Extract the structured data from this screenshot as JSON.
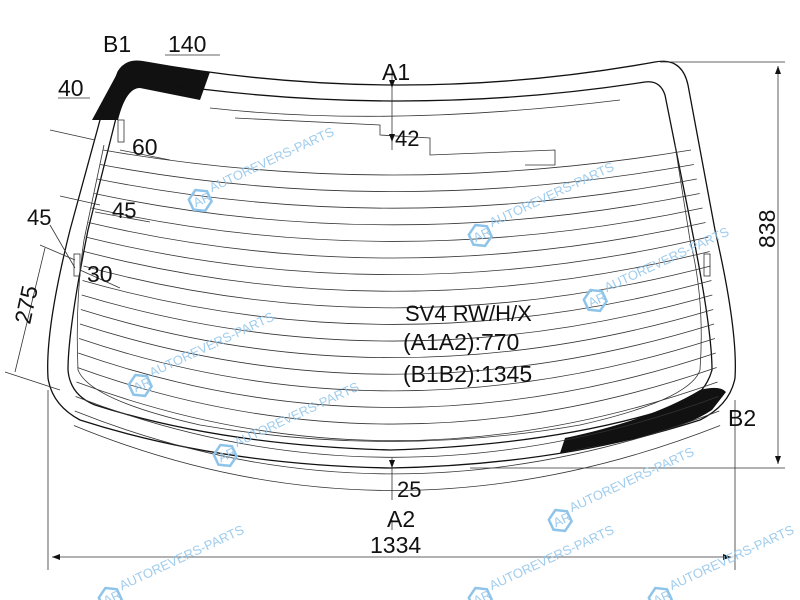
{
  "diagram": {
    "model": "SV4 RW/H/X",
    "a1a2": "(A1A2):770",
    "b1b2": "(B1B2):1345",
    "points": {
      "a1": "A1",
      "a2": "A2",
      "b1": "B1",
      "b2": "B2"
    },
    "dimensions": {
      "top_gap": "42",
      "bottom_gap": "25",
      "width": "1334",
      "height": "838",
      "b1_width": "140",
      "b1_side": "40",
      "corner_60": "60",
      "side_45_outer": "45",
      "side_45_inner": "45",
      "side_30": "30",
      "side_275": "275"
    },
    "watermark": "AUTOREVERS-PARTS",
    "watermark_logo": "AR",
    "colors": {
      "watermark": "#8fc4ea",
      "ceramic": "#111111"
    }
  }
}
